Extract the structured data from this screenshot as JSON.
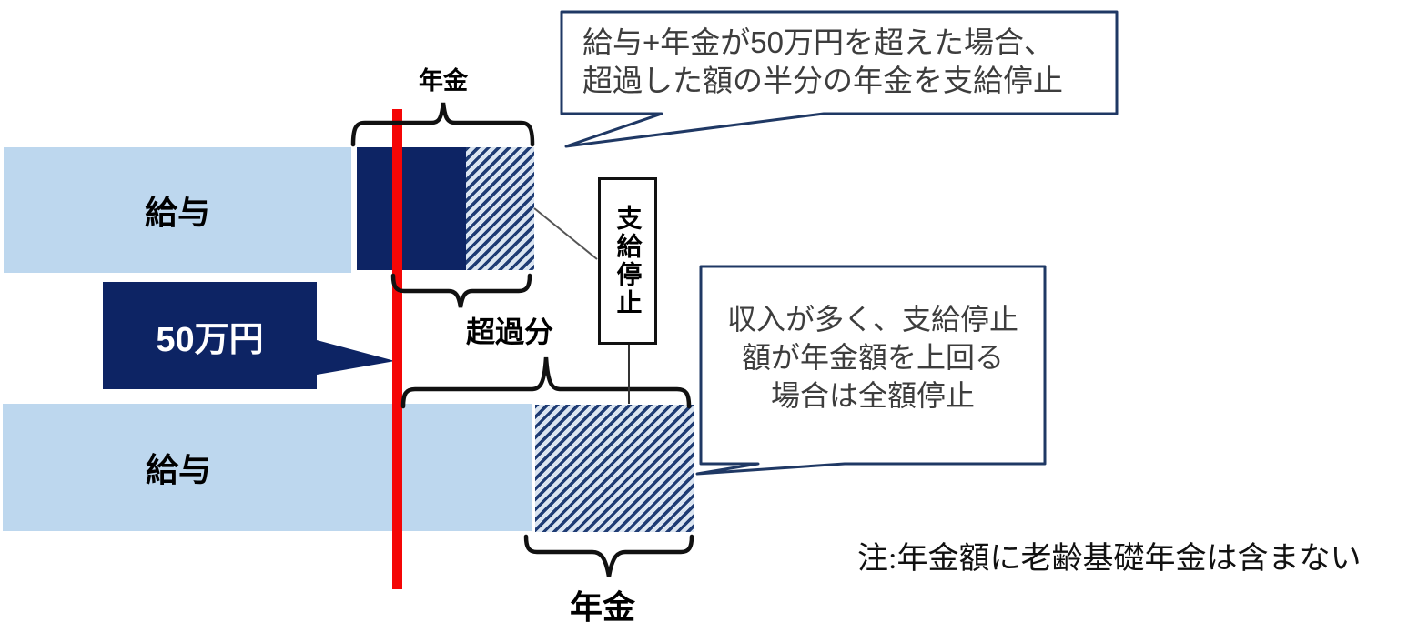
{
  "diagram_title_semantic": "pension-suspension-rule-diagram",
  "bars": {
    "top_salary_label": "給与",
    "top_pension_label": "年金",
    "bottom_salary_label": "給与",
    "bottom_pension_label": "年金"
  },
  "threshold": {
    "label": "50万円"
  },
  "excess_label": "超過分",
  "suspension_box_label": "支給停止",
  "callout_half_suspension": {
    "lines": [
      "給与+年金が50万円を超えた場合、",
      "超過した額の半分の年金を支給停止"
    ]
  },
  "callout_full_suspension": {
    "lines": [
      "収入が多く、支給停止",
      "額が年金額を上回る",
      "場合は全額停止"
    ]
  },
  "note": "注:年金額に老齢基礎年金は含まない",
  "colors": {
    "salary_bar": "#bdd7ee",
    "pension_solid": "#0d2464",
    "hatch_stripe": "#1f3c74",
    "hatch_background": "#dbe5f1",
    "threshold_line": "#f40606",
    "callout_border": "#1f3864",
    "suspension_box_border": "#111111"
  }
}
